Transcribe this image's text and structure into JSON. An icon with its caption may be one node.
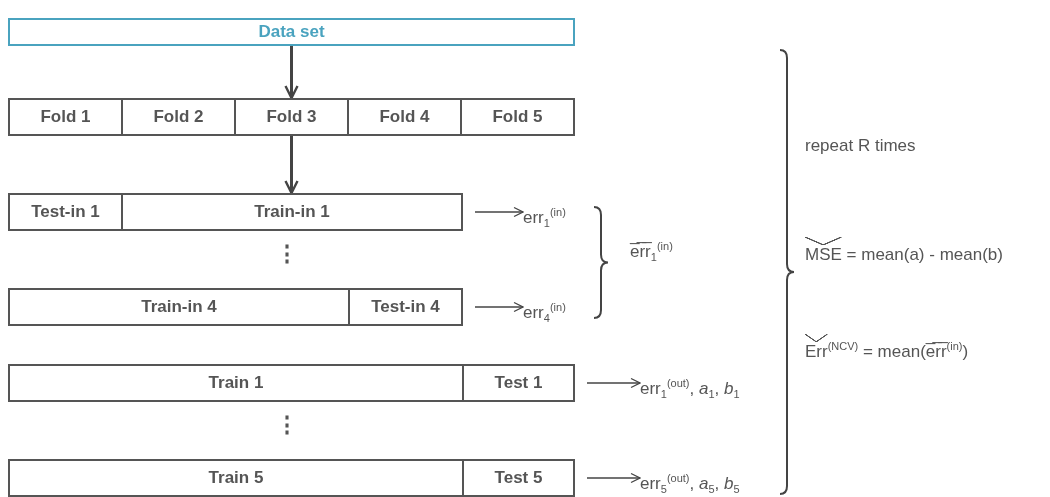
{
  "diagram": {
    "nodes": [
      {
        "text": [
          "Data set"
        ]
      },
      {
        "text": [
          "Fold 1"
        ]
      },
      {
        "text": [
          "Fold 2"
        ]
      },
      {
        "text": [
          "Fold 3"
        ]
      },
      {
        "text": [
          "Fold 4"
        ]
      },
      {
        "text": [
          "Fold 5"
        ]
      },
      {
        "text": [
          "Test-in 1"
        ]
      },
      {
        "text": [
          "Train-in 1"
        ]
      },
      {
        "text": [
          "Train-in 4"
        ]
      },
      {
        "text": [
          "Test-in 4"
        ]
      },
      {
        "text": [
          "Train 1"
        ]
      },
      {
        "text": [
          "Test 1"
        ]
      },
      {
        "text": [
          "Train 5"
        ]
      },
      {
        "text": [
          "Test 5"
        ]
      },
      {
        "text": [
          "err$_{1}$$^{(in)}$"
        ]
      },
      {
        "text": [
          "err$_{4}$$^{(in)}$"
        ]
      },
      {
        "text": [
          "err$_{1}$$^{(out)}$, *a*$_{1}$, *b*$_{1}$"
        ]
      },
      {
        "text": [
          "err$_{5}$$^{(out)}$, *a*$_{5}$, *b*$_{5}$"
        ]
      }
    ],
    "edges": [
      {
        "from": 0,
        "to": 3,
        "arrow": "to",
        "style": "thick"
      },
      {
        "from": 3,
        "to": 7,
        "arrow": "to",
        "style": "thick"
      },
      {
        "from": 7,
        "to": 14,
        "arrow": "to"
      },
      {
        "from": 9,
        "to": 15,
        "arrow": "to"
      },
      {
        "from": 11,
        "to": 16,
        "arrow": "to"
      },
      {
        "from": 13,
        "to": 17,
        "arrow": "to"
      }
    ],
    "labels": [
      "⋮",
      "e̅r̅r̅$_{1}$$^{(in)}$",
      "⋮",
      "repeat R times",
      "MSE = mean(a) - mean(b)",
      "Err$^{(NCV)}$ = mean(e̅r̅r̅$^{(in)}$)"
    ]
  }
}
